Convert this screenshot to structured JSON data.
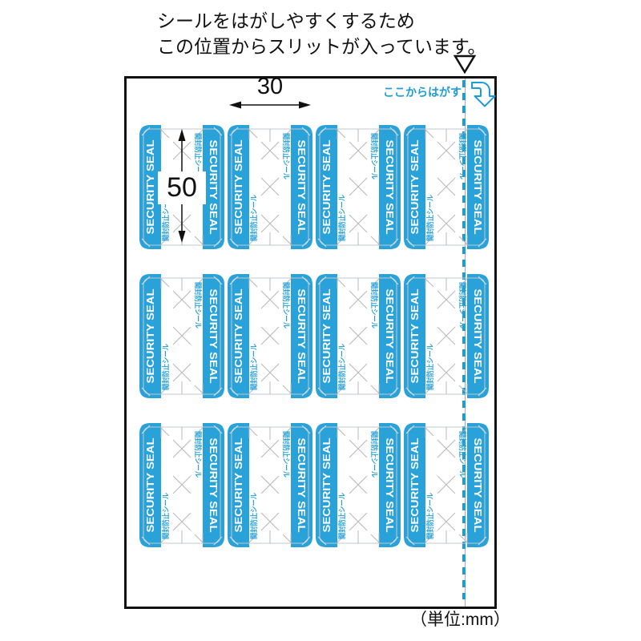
{
  "title_note": {
    "line1": "シールをはがしやすくするため",
    "line2": "この位置からスリットが入っています。"
  },
  "peel_hint": {
    "label": "ここからはがす"
  },
  "dimensions": {
    "width_mm": "30",
    "height_mm": "50"
  },
  "unit_label": "（単位:mm）",
  "seal": {
    "security_text": "SECURITY SEAL",
    "jp_text": "開封防止シール"
  },
  "grid": {
    "rows": 3,
    "cols": 4
  },
  "colors": {
    "seal_blue": "#29a2d9",
    "hint_blue": "#1e9cd7",
    "mark_grey": "#b8b8b8"
  }
}
